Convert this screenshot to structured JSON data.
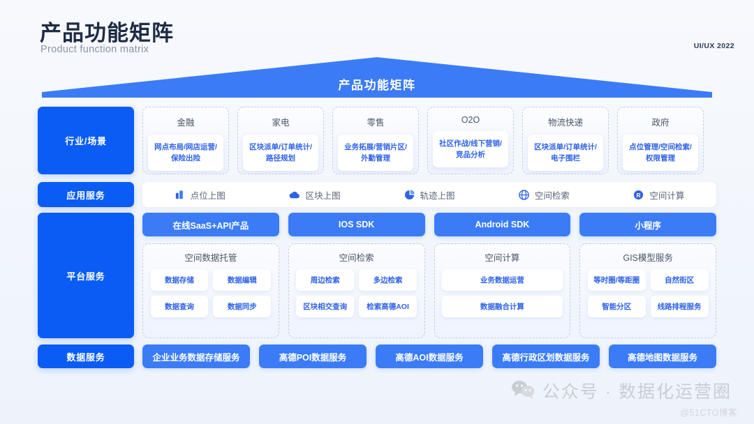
{
  "header": {
    "title_cn": "产品功能矩阵",
    "title_en": "Product function matrix",
    "corner_tag": "UI/UX 2022"
  },
  "banner": {
    "label": "产品功能矩阵",
    "color": "#3b7cf6"
  },
  "colors": {
    "primary_dark": "#0a5cf5",
    "primary_light": "#3b7cf6",
    "chip_text": "#2f62e8",
    "background": "#f3f7fd"
  },
  "rows": {
    "industry": {
      "label": "行业/场景",
      "cards": [
        {
          "title": "金融",
          "desc": "网点布局/网店运营/保险出险"
        },
        {
          "title": "家电",
          "desc": "区块派单/订单统计/路径规划"
        },
        {
          "title": "零售",
          "desc": "业务拓展/营销片区/外勤管理"
        },
        {
          "title": "O2O",
          "desc": "社区作战/线下营销/竞品分析"
        },
        {
          "title": "物流快递",
          "desc": "区块派单/订单统计/电子围栏"
        },
        {
          "title": "政府",
          "desc": "点位管理/空间检索/权限管理"
        }
      ]
    },
    "application": {
      "label": "应用服务",
      "items": [
        {
          "label": "点位上图",
          "icon": "building-icon"
        },
        {
          "label": "区块上图",
          "icon": "cloud-icon"
        },
        {
          "label": "轨迹上图",
          "icon": "pie-chart-icon"
        },
        {
          "label": "空间检索",
          "icon": "globe-icon"
        },
        {
          "label": "空间计算",
          "icon": "r-circle-icon"
        }
      ]
    },
    "platform": {
      "label": "平台服务",
      "sdk_buttons": [
        "在线SaaS+API产品",
        "IOS SDK",
        "Android SDK",
        "小程序"
      ],
      "panels": [
        {
          "title": "空间数据托管",
          "chips": [
            "数据存储",
            "数据编辑",
            "数据查询",
            "数据同步"
          ],
          "layout": "half"
        },
        {
          "title": "空间检索",
          "chips": [
            "周边检索",
            "多边检索",
            "区块相交查询",
            "检索高德AOI"
          ],
          "layout": "half"
        },
        {
          "title": "空间计算",
          "chips": [
            "业务数据运营",
            "数据融合计算"
          ],
          "layout": "full"
        },
        {
          "title": "GIS模型服务",
          "chips": [
            "等时圈/等距圈",
            "自然街区",
            "智能分区",
            "线路排程服务"
          ],
          "layout": "half"
        }
      ]
    },
    "data": {
      "label": "数据服务",
      "buttons": [
        "企业业务数据存储服务",
        "高德POI数据服务",
        "高德AOI数据服务",
        "高德行政区划数据服务",
        "高德地图数据服务"
      ]
    }
  },
  "watermark": {
    "icon": "wechat-icon",
    "text": "公众号 · 数据化运营圈",
    "credit": "@51CTO博客"
  }
}
